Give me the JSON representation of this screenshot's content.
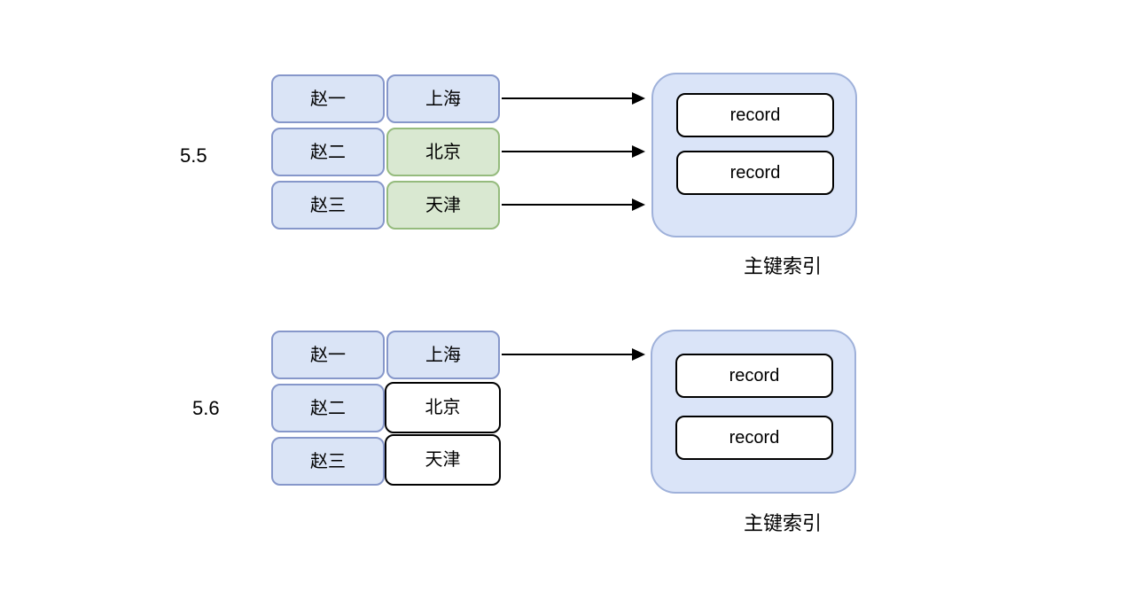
{
  "diagram": {
    "sections": [
      {
        "version": "5.5",
        "rows": [
          {
            "name": "赵一",
            "city": "上海",
            "city_highlight": "blue",
            "arrow": true
          },
          {
            "name": "赵二",
            "city": "北京",
            "city_highlight": "green",
            "arrow": true
          },
          {
            "name": "赵三",
            "city": "天津",
            "city_highlight": "green",
            "arrow": true
          }
        ],
        "records": [
          "record",
          "record"
        ],
        "index_label": "主键索引"
      },
      {
        "version": "5.6",
        "rows": [
          {
            "name": "赵一",
            "city": "上海",
            "city_highlight": "blue",
            "arrow": true
          },
          {
            "name": "赵二",
            "city": "北京",
            "city_highlight": "white",
            "arrow": false
          },
          {
            "name": "赵三",
            "city": "天津",
            "city_highlight": "white",
            "arrow": false
          }
        ],
        "records": [
          "record",
          "record"
        ],
        "index_label": "主键索引"
      }
    ],
    "colors": {
      "cell_blue_fill": "#dae4f6",
      "cell_blue_stroke": "#8697ca",
      "cell_green_fill": "#d9e8d1",
      "cell_green_stroke": "#95bb7d",
      "container_fill": "#dae4f8",
      "container_stroke": "#9fb1da",
      "record_fill": "#ffffff",
      "record_stroke": "#000000",
      "arrow_color": "#000000"
    }
  }
}
